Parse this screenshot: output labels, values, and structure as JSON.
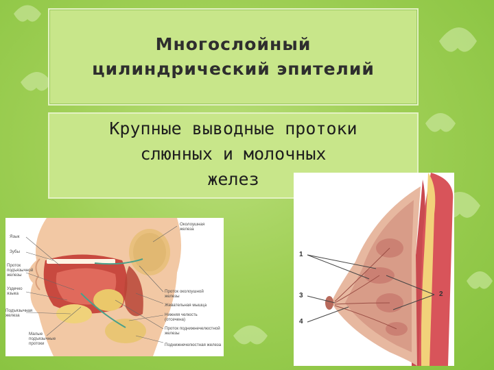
{
  "slide": {
    "title": "Многослойный\nцилиндрический эпителий",
    "subtitle": "Крупные выводные протоки\nслюнных и молочных\nжелез"
  },
  "salivary_figure": {
    "labels": {
      "parotid": "Околоушная\nжелеза",
      "tongue": "Язык",
      "teeth": "Зубы",
      "sublingual_duct": "Проток\nподъязычной\nжелезы",
      "frenulum": "Уздечко\nязыка",
      "sublingual_gland": "Подъязычная\nжелеза",
      "lesser_sublingual": "Малые\nподъязычные\nпротоки",
      "parotid_duct": "Проток околоушной\nжелезы",
      "masseter": "Жевательная мышца",
      "hyoid": "Нижняя челюсть\n(отсечена)",
      "submandibular_duct": "Проток поднижнечелюстной\nжелезы",
      "submandibular_gland": "Поднижнечелюстная железа"
    }
  },
  "breast_figure": {
    "numbers": [
      "1",
      "2",
      "3",
      "4"
    ]
  },
  "colors": {
    "background": "#9fcf55",
    "panel": "#c8e68a",
    "panel_border": "#e4f2c4"
  }
}
